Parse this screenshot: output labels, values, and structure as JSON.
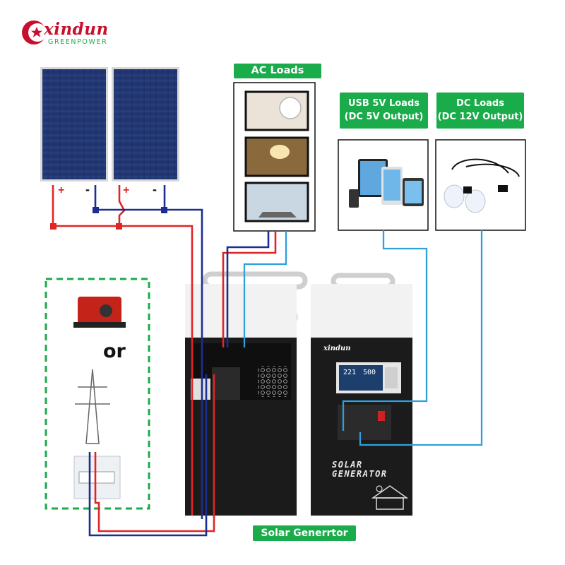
{
  "brand": {
    "name": "xindun",
    "tagline": "GREENPOWER",
    "color_red": "#c8102e",
    "color_green": "#1aab4a"
  },
  "labels": {
    "ac_loads": "AC Loads",
    "usb_loads_line1": "USB 5V Loads",
    "usb_loads_line2": "(DC 5V Output)",
    "dc_loads_line1": "DC Loads",
    "dc_loads_line2": "(DC 12V Output)",
    "solar_generator": "Solar Generrtor",
    "or": "or"
  },
  "solar_panels": [
    {
      "positive": "+",
      "negative": "-"
    },
    {
      "positive": "+",
      "negative": "-"
    }
  ],
  "ac_loads_items": [
    "fan-image",
    "lamp-image",
    "laptop-image"
  ],
  "generator_front": {
    "brand": "xindun",
    "title_line1": "SOLAR",
    "title_line2": "GENERATOR",
    "display_left": "221",
    "display_right": "500"
  },
  "wire_colors": {
    "positive": "#e02525",
    "negative": "#1c2e8f",
    "signal": "#2f9fde",
    "dashed_border": "#1aab4a"
  }
}
